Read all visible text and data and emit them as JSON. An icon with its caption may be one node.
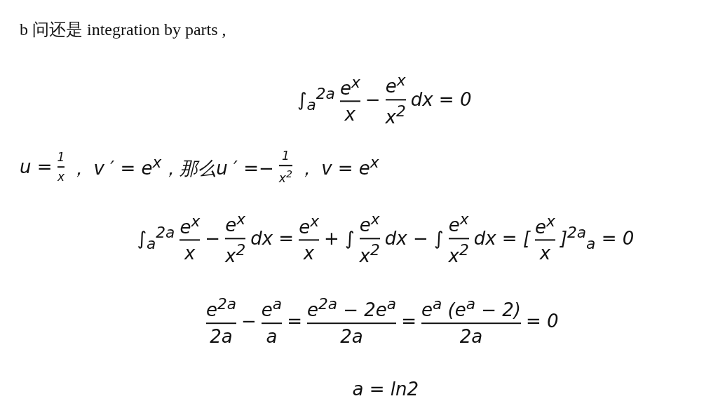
{
  "diagram": {
    "labels": [
      "b 问还是 integration by parts ,",
      "∫$_{a}$$^{2a}$",
      "e$^{x}$",
      "x",
      "−",
      "e$^{x}$",
      "x$^{2}$",
      "dx = 0",
      "u =",
      "1",
      "x",
      "，  v ′ = e$^{x}$，那么u ′ =−",
      "1",
      "x$^{2}$",
      "，  v = e$^{x}$",
      "∫$_{a}$$^{2a}$",
      "e$^{x}$",
      "x",
      "−",
      "e$^{x}$",
      "x$^{2}$",
      "dx =",
      "e$^{x}$",
      "x",
      "+ ∫",
      "e$^{x}$",
      "x$^{2}$",
      "dx − ∫",
      "e$^{x}$",
      "x$^{2}$",
      "dx = [",
      "e$^{x}$",
      "x",
      "]$^{2a}$$_{a}$  = 0",
      "e$^{2a}$",
      "2a",
      "−",
      "e$^{a}$",
      "a",
      "=",
      "e$^{2a}$ − 2e$^{a}$",
      "2a",
      "=",
      "e$^{a}$ (e$^{a}$ − 2)",
      "2a",
      "= 0",
      "a = ln2"
    ]
  }
}
